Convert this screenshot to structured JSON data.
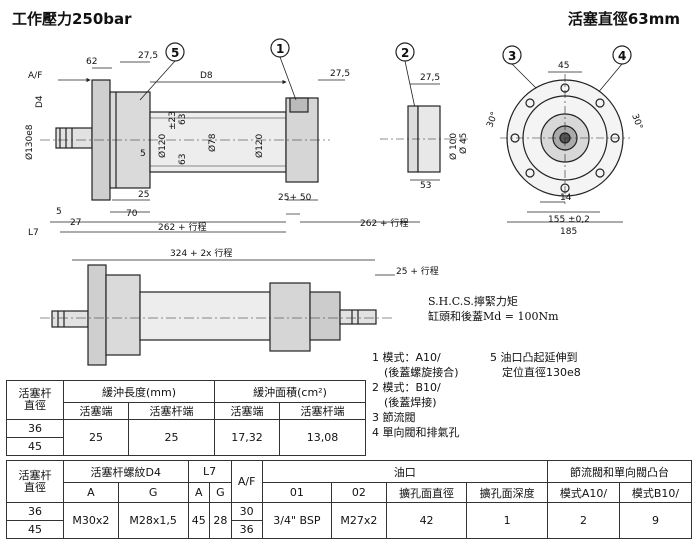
{
  "header": {
    "pressure": "工作壓力250bar",
    "bore": "活塞直徑63mm"
  },
  "callouts": {
    "c1": "1",
    "c2": "2",
    "c3": "3",
    "c4": "4",
    "c5": "5"
  },
  "dims": {
    "af": "A/F",
    "d4": "D4",
    "d62": "62",
    "d27_5a": "27,5",
    "d8": "D8",
    "d27_5b": "27,5",
    "d130e8": "Ø130e8",
    "d5a": "5",
    "d120": "Ø120",
    "d23": "±23",
    "d63a": "63",
    "d63b": "63",
    "d78": "Ø78",
    "d120b": "Ø120",
    "d25a": "25",
    "d70": "70",
    "d25_50": "25+ 50",
    "d5b": "5",
    "d27": "27",
    "l7": "L7",
    "s262a": "262 + 行程",
    "s262b": "262 + 行程",
    "s324": "324 + 2x 行程",
    "s25": "25 + 行程",
    "d27_5c": "27,5",
    "d100": "Ø 100",
    "d45a": "Ø 45",
    "d53": "53",
    "d45b": "45",
    "d30a": "30°",
    "d30b": "30°",
    "d14": "14",
    "d155": "155 ±0,2",
    "d185": "185"
  },
  "notes": {
    "shcs_line1": "S.H.C.S.擰緊力矩",
    "shcs_line2": "缸頭和後蓋Md = 100Nm",
    "n1a": "1  模式：A10/",
    "n1b": "(後蓋螺旋接合)",
    "n2a": "2  模式：B10/",
    "n2b": "(後蓋焊接)",
    "n3": "3  節流閥",
    "n4": "4  單向閥和排氣孔",
    "n5a": "5  油口凸起延伸到",
    "n5b": "定位直徑130e8"
  },
  "table1": {
    "h_rod": "活塞杆\n直徑",
    "h_cush_len": "緩沖長度(mm)",
    "h_cush_area": "緩沖面積(cm²)",
    "h_piston_end": "活塞端",
    "h_rod_end": "活塞杆端",
    "rod_1": "36",
    "rod_2": "45",
    "len_piston": "25",
    "len_rod": "25",
    "area_piston": "17,32",
    "area_rod": "13,08"
  },
  "table2": {
    "h_rod": "活塞杆\n直徑",
    "h_thread": "活塞杆螺紋D4",
    "h_l7": "L7",
    "h_af": "A/F",
    "h_port": "油口",
    "h_valve": "節流閥和單向閥凸台",
    "h_a": "A",
    "h_g": "G",
    "h_a2": "A",
    "h_g2": "G",
    "h_01": "01",
    "h_02": "02",
    "h_spot_dia": "擴孔面直徑",
    "h_spot_depth": "擴孔面深度",
    "h_mode_a": "模式A10/",
    "h_mode_b": "模式B10/",
    "rod_1": "36",
    "rod_2": "45",
    "thread_a": "M30x2",
    "thread_g": "M28x1,5",
    "l7_a": "45",
    "l7_g": "28",
    "af_1": "30",
    "af_2": "36",
    "port_01": "3/4\" BSP",
    "port_02": "M27x2",
    "spot_dia": "42",
    "spot_depth": "1",
    "valve_a": "2",
    "valve_b": "9"
  }
}
